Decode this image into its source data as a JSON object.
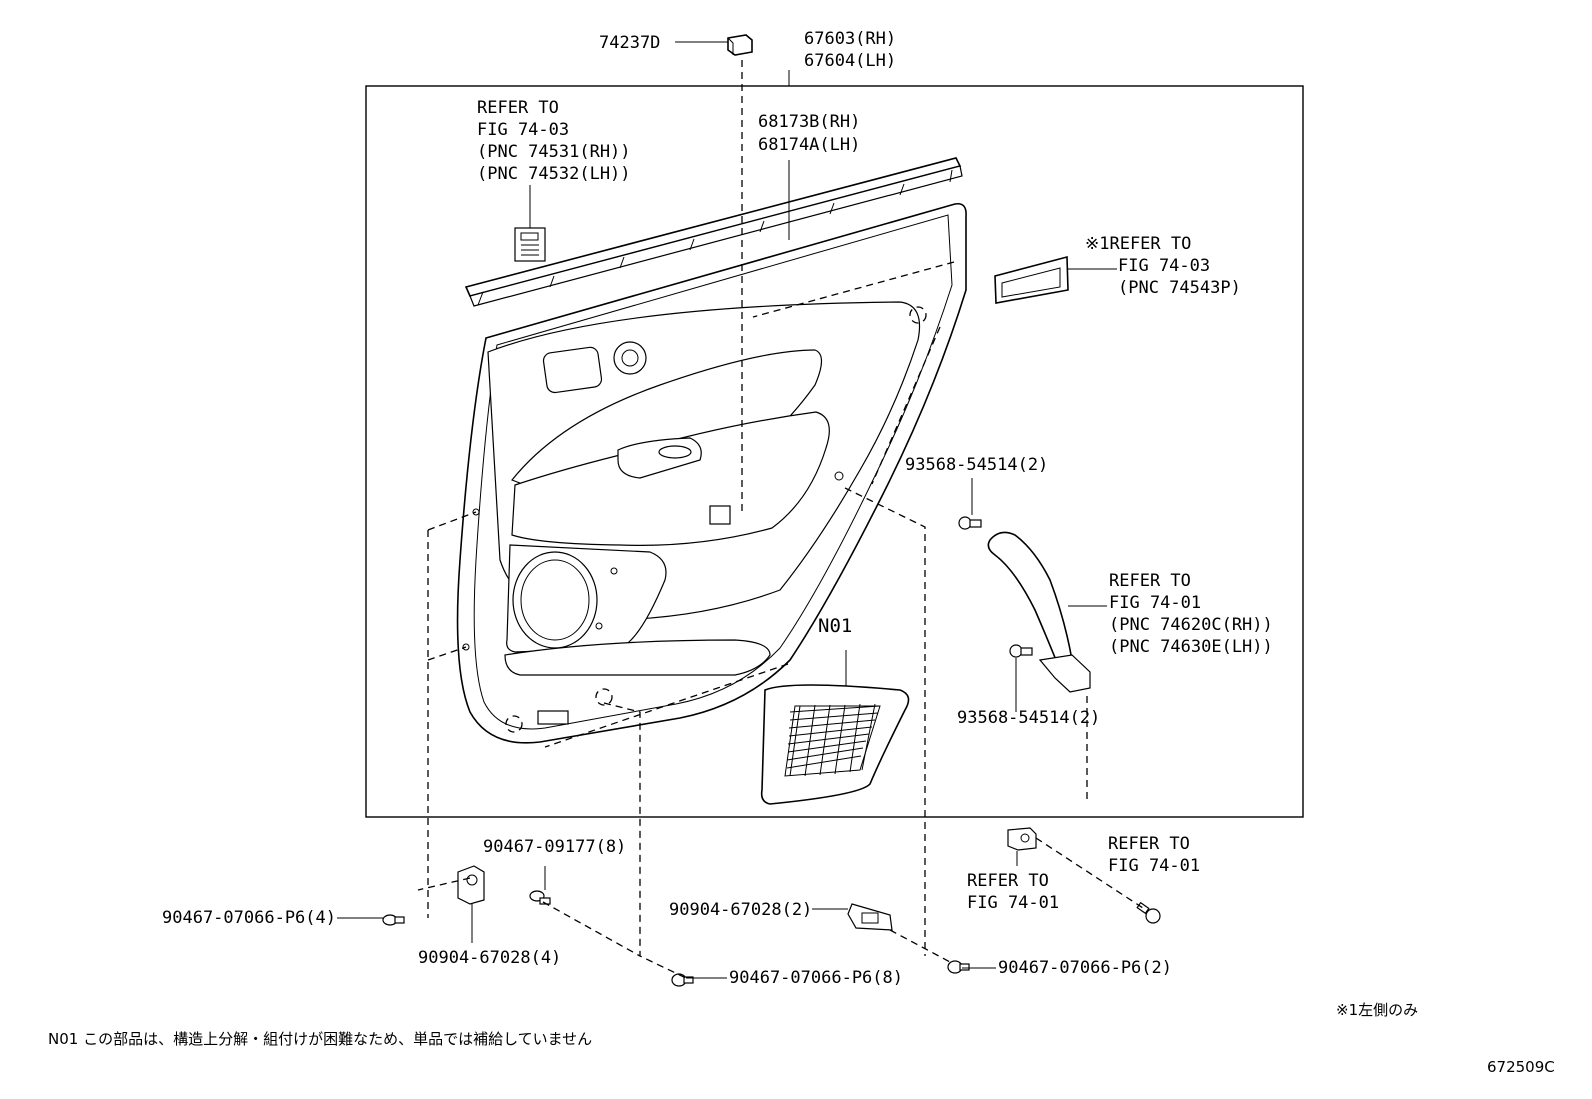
{
  "labels": {
    "p74237d": "74237D",
    "p67603": "67603(RH)",
    "p67604": "67604(LH)",
    "p68173b": "68173B(RH)",
    "p68174a": "68174A(LH)",
    "ref_a_1": "REFER TO",
    "ref_a_2": "FIG 74-03",
    "ref_a_3": "(PNC 74531(RH))",
    "ref_a_4": "(PNC 74532(LH))",
    "ref_b_1": "※1REFER TO",
    "ref_b_2": "FIG 74-03",
    "ref_b_3": "(PNC 74543P)",
    "p93568_top": "93568-54514(2)",
    "ref_c_1": "REFER TO",
    "ref_c_2": "FIG 74-01",
    "ref_c_3": "(PNC 74620C(RH))",
    "ref_c_4": "(PNC 74630E(LH))",
    "p93568_bot": "93568-54514(2)",
    "n01": "N01",
    "p90467_09177": "90467-09177(8)",
    "p90467_left": "90467-07066-P6(4)",
    "p90904_left": "90904-67028(4)",
    "p90904_mid": "90904-67028(2)",
    "p90467_mid": "90467-07066-P6(8)",
    "p90467_right": "90467-07066-P6(2)",
    "ref_d_1": "REFER TO",
    "ref_d_2": "FIG 74-01",
    "ref_e_1": "REFER TO",
    "ref_e_2": "FIG 74-01",
    "footnote_jp": "※1左側のみ",
    "n01_note": "N01 この部品は、構造上分解・組付けが困難なため、単品では補給していません",
    "figure_id": "672509C"
  }
}
